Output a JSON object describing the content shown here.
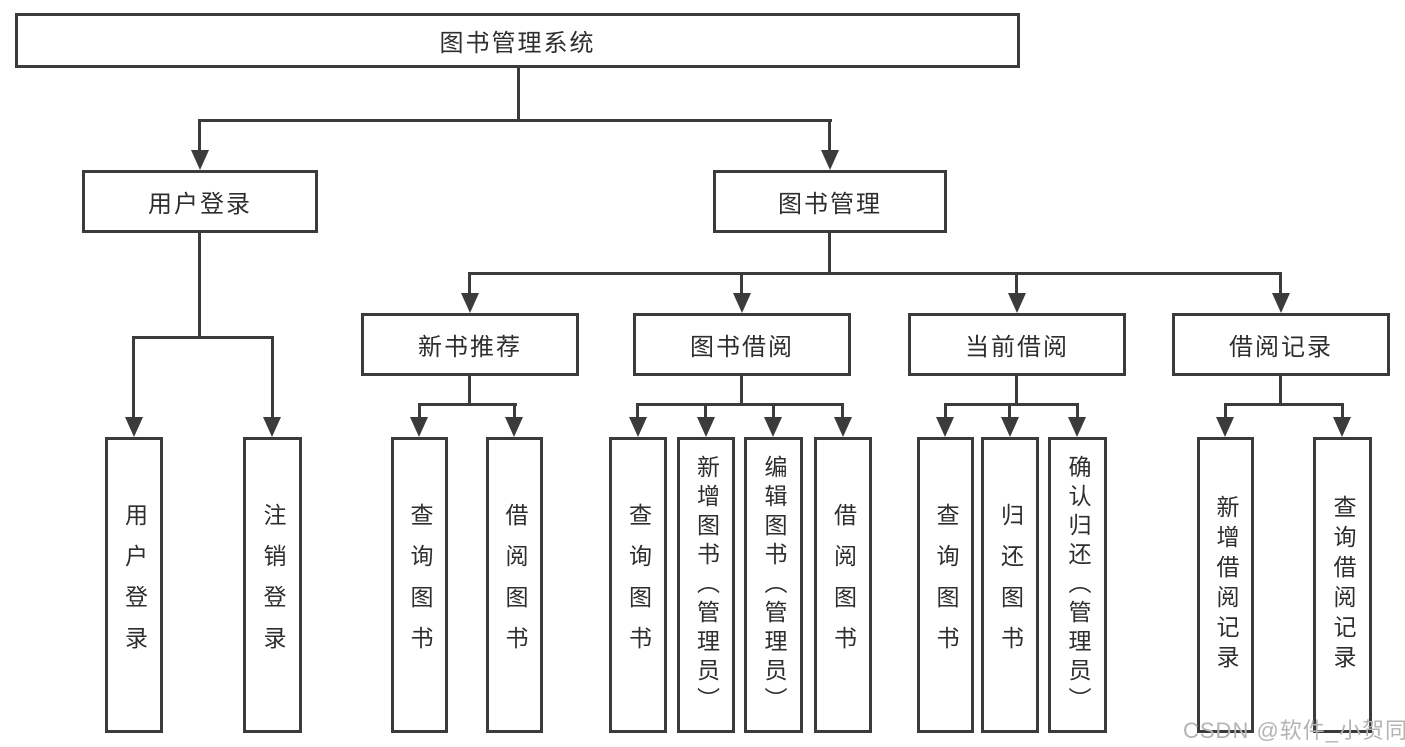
{
  "diagram": {
    "title": "图书管理系统",
    "root": {
      "label": "图书管理系统"
    },
    "branches": [
      {
        "label": "用户登录",
        "children": [
          {
            "label": "用户登录"
          },
          {
            "label": "注销登录"
          }
        ]
      },
      {
        "label": "图书管理",
        "children": [
          {
            "label": "新书推荐",
            "children": [
              {
                "label": "查询图书"
              },
              {
                "label": "借阅图书"
              }
            ]
          },
          {
            "label": "图书借阅",
            "children": [
              {
                "label": "查询图书"
              },
              {
                "label": "新增图书（管理员）"
              },
              {
                "label": "编辑图书（管理员）"
              },
              {
                "label": "借阅图书"
              }
            ]
          },
          {
            "label": "当前借阅",
            "children": [
              {
                "label": "查询图书"
              },
              {
                "label": "归还图书"
              },
              {
                "label": "确认归还（管理员）"
              }
            ]
          },
          {
            "label": "借阅记录",
            "children": [
              {
                "label": "新增借阅记录"
              },
              {
                "label": "查询借阅记录"
              }
            ]
          }
        ]
      }
    ]
  },
  "watermark": {
    "text": "CSDN @软件_小贺同学"
  },
  "colors": {
    "line": "#3b3b3b",
    "text": "#2e2e2e",
    "watermark": "#b4b4b4",
    "background": "#ffffff"
  }
}
